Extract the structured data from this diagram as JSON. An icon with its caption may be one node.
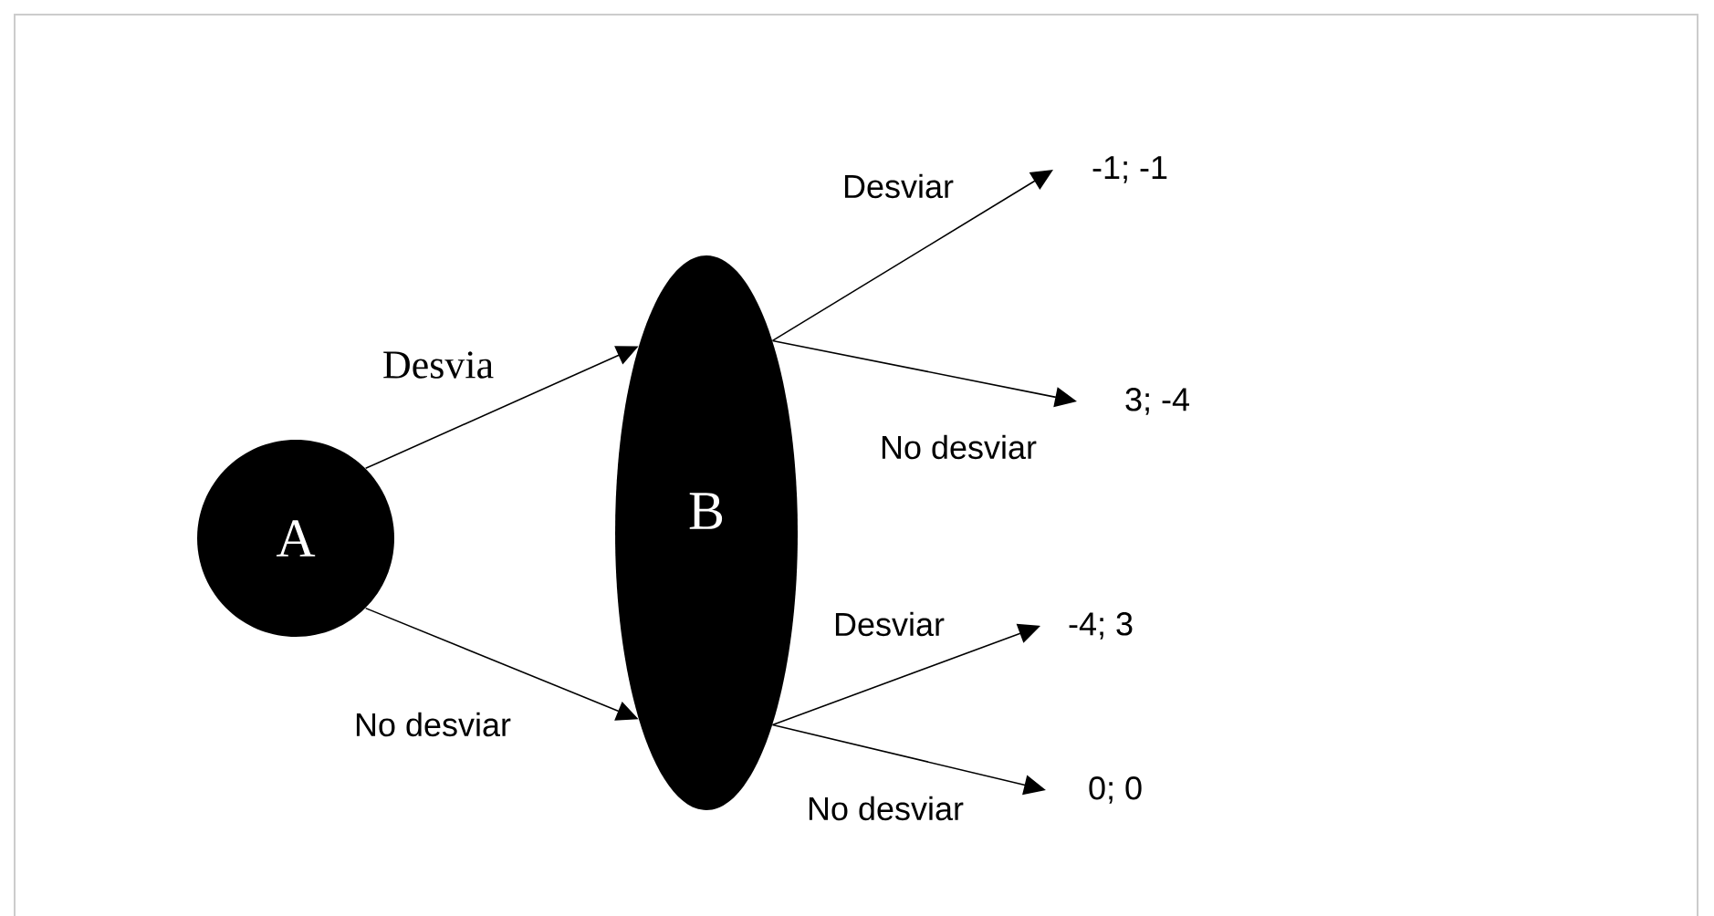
{
  "diagram": {
    "nodes": [
      {
        "text": [
          "A"
        ]
      },
      {
        "text": [
          "B"
        ]
      },
      {
        "text": [
          "-1; -1"
        ]
      },
      {
        "text": [
          "3; -4"
        ]
      },
      {
        "text": [
          "-4; 3"
        ]
      },
      {
        "text": [
          "0; 0"
        ]
      }
    ],
    "edges": [
      {
        "from": 0,
        "to": 1,
        "arrow": "to",
        "label": "Desvia"
      },
      {
        "from": 0,
        "to": 1,
        "arrow": "to",
        "label": "No desviar"
      },
      {
        "from": 1,
        "to": 2,
        "arrow": "to",
        "label": "Desviar"
      },
      {
        "from": 1,
        "to": 3,
        "arrow": "to",
        "label": "No desviar"
      },
      {
        "from": 1,
        "to": 4,
        "arrow": "to",
        "label": "Desviar"
      },
      {
        "from": 1,
        "to": 5,
        "arrow": "to",
        "label": "No desviar"
      }
    ]
  }
}
